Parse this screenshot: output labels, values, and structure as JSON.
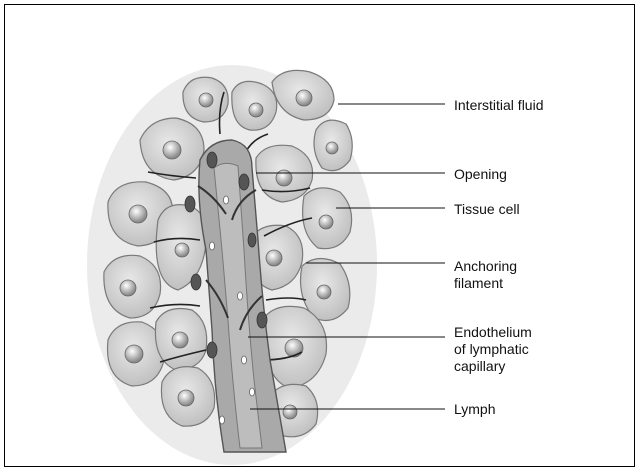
{
  "labels": {
    "interstitial_fluid": "Interstitial fluid",
    "opening": "Opening",
    "tissue_cell": "Tissue cell",
    "anchoring_filament": "Anchoring\nfilament",
    "endothelium": "Endothelium\nof lymphatic\ncapillary",
    "lymph": "Lymph"
  },
  "colors": {
    "tissue_fill": "#e2e2e2",
    "cell_fill": "#cdcdcd",
    "vessel_fill": "#a9a9a9",
    "vessel_dark": "#6a6a6a"
  }
}
